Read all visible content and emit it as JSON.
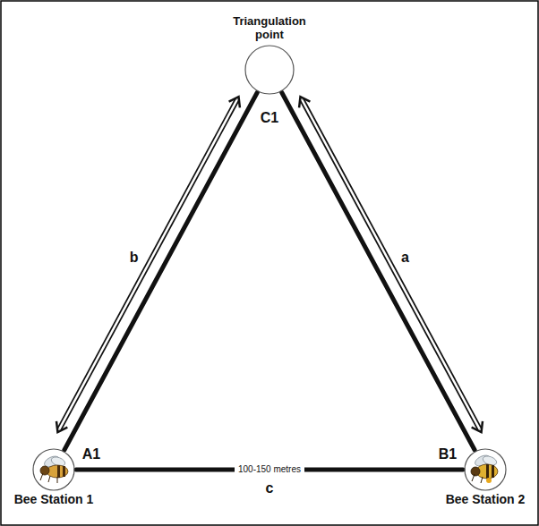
{
  "diagram": {
    "nodes": [
      {
        "text": [
          "Triangulation point"
        ]
      },
      {
        "text": [
          "Bee Station 1"
        ]
      },
      {
        "text": [
          "Bee Station 2"
        ]
      }
    ],
    "edges": [
      {
        "from": 0,
        "to": 1,
        "arrow": "both",
        "label": "b"
      },
      {
        "from": 0,
        "to": 2,
        "arrow": "both",
        "label": "a"
      },
      {
        "from": 1,
        "to": 2,
        "arrow": "none",
        "label": "100-150 metres"
      }
    ],
    "labels": [
      "C1",
      "A1",
      "B1",
      "c"
    ]
  }
}
